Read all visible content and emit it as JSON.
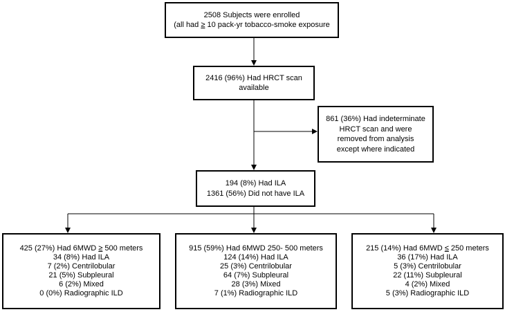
{
  "enrolled": {
    "line1": "2508 Subjects were enrolled",
    "line2_pre": "(all had ",
    "line2_sym": "≥",
    "line2_post": " 10 pack-yr tobacco-smoke  exposure"
  },
  "hrct": {
    "line1": "2416 (96%)  Had HRCT scan",
    "line2": "available"
  },
  "excluded": {
    "line1": "861 (36%) Had indeterminate",
    "line2": "HRCT scan and were",
    "line3": "removed from analysis",
    "line4": "except where indicated"
  },
  "ila": {
    "line1": "194 (8%) Had ILA",
    "line2": "1361 (56%) Did not have ILA"
  },
  "groups": [
    {
      "header_pre": "425 (27%) Had 6MWD ",
      "header_sym": "≥",
      "header_post": " 500 meters",
      "rows": [
        "34 (8%) Had ILA",
        "7 (2%) Centrilobular",
        "21 (5%) Subpleural",
        "6 (2%) Mixed",
        "0 (0%) Radiographic ILD"
      ]
    },
    {
      "header_pre": "915 (59%) Had 6MWD  250- 500 meters",
      "header_sym": "",
      "header_post": "",
      "rows": [
        "124 (14%) Had ILA",
        "25 (3%) Centrilobular",
        "64 (7%) Subpleural",
        "28 (3%) Mixed",
        "7 (1%) Radiographic ILD"
      ]
    },
    {
      "header_pre": "215 (14%) Had 6MWD ",
      "header_sym": "≤",
      "header_post": " 250 meters",
      "rows": [
        "36 (17%) Had ILA",
        "5 (3%) Centrilobular",
        "22 (11%) Subpleural",
        "4 (2%) Mixed",
        "5 (3%) Radiographic ILD"
      ]
    }
  ]
}
